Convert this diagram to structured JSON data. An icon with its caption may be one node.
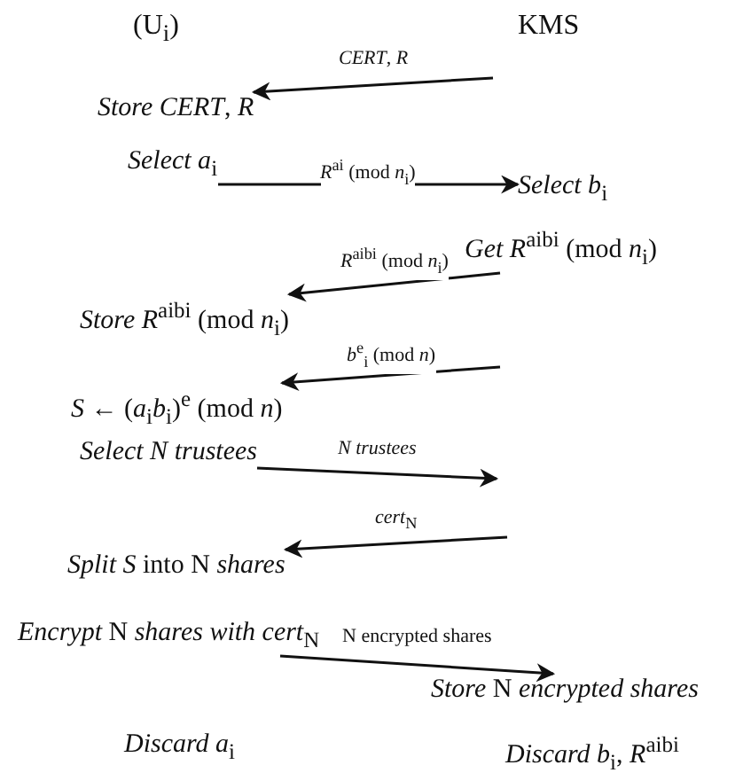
{
  "diagram": {
    "nodes": [
      {
        "text": [
          "(U$_{i}$)"
        ]
      },
      {
        "text": [
          "KMS"
        ]
      },
      {
        "text": [
          "*Store CERT*, *R*"
        ]
      },
      {
        "text": [
          "*Select a*$_{i}$"
        ]
      },
      {
        "text": [
          "*Select b*$_{i}$"
        ]
      },
      {
        "text": [
          "*Get R*$^{aibi}$ (mod *n*$_{i}$)"
        ]
      },
      {
        "text": [
          "*Store R*$^{aibi}$ (mod *n*$_{i}$)"
        ]
      },
      {
        "text": [
          "*S* ← (*a*$_{i}$*b*$_{i}$)$^{e}$ (mod *n*)"
        ]
      },
      {
        "text": [
          "*Select N trustees*"
        ]
      },
      {
        "text": [
          "*Split S* into N *shares*"
        ]
      },
      {
        "text": [
          "*Encrypt* N *shares with cert*$_{N}$"
        ]
      },
      {
        "text": [
          "*Store* N *encrypted shares*"
        ]
      },
      {
        "text": [
          "*Discard a*$_{i}$"
        ]
      },
      {
        "text": [
          "*Discard b*$_{i}$, *R*$^{aibi}$"
        ]
      }
    ],
    "edges": [
      {
        "from": null,
        "to": 2,
        "arrow": "to",
        "label": "*CERT*, *R*"
      },
      {
        "from": 3,
        "to": 4,
        "arrow": "to",
        "label": "*R*$^{ai}$ (mod *n*$_{i}$)"
      },
      {
        "from": 5,
        "to": 6,
        "arrow": "to",
        "label": "*R*$^{aibi}$ (mod *n*$_{i}$)"
      },
      {
        "from": null,
        "to": 7,
        "arrow": "to",
        "label": "*b*$^{e}$$_{i}$ (mod *n*)"
      },
      {
        "from": 8,
        "to": null,
        "arrow": "to",
        "label": "*N trustees*"
      },
      {
        "from": null,
        "to": 9,
        "arrow": "to",
        "label": "*cert*$_{N}$"
      },
      {
        "from": 10,
        "to": 11,
        "arrow": "to",
        "label": "N encrypted shares"
      }
    ]
  }
}
